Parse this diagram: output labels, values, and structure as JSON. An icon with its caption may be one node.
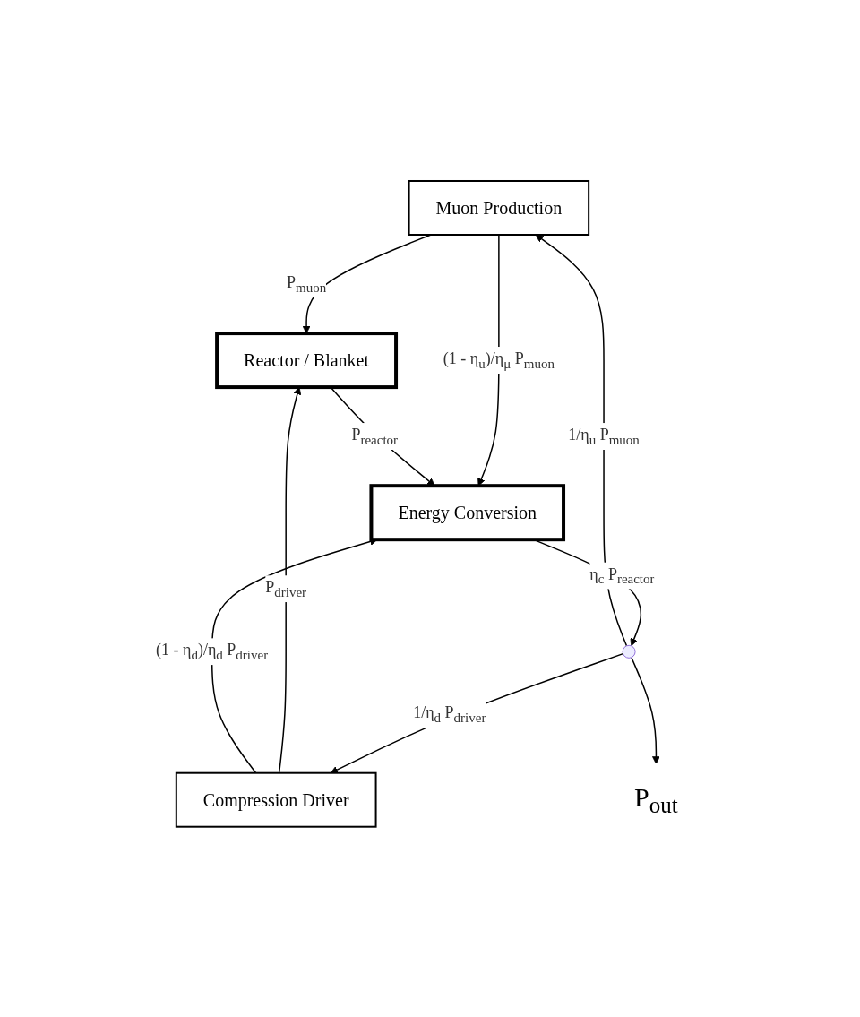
{
  "diagram": {
    "nodes": [
      {
        "text": [
          "Muon Production"
        ]
      },
      {
        "text": [
          "Compression Driver"
        ]
      },
      {
        "text": [
          "Reactor / Blanket"
        ]
      },
      {
        "text": [
          "Energy Conversion"
        ]
      },
      {
        "text": [],
        "shape": "circle"
      },
      {
        "text": [
          "P$_{out}$"
        ]
      }
    ],
    "edges": [
      {
        "from": 0,
        "to": 2,
        "arrow": "to",
        "label": "P$_{muon}$"
      },
      {
        "from": 1,
        "to": 2,
        "arrow": "to",
        "label": "P$_{driver}$"
      },
      {
        "from": 0,
        "to": 3,
        "arrow": "to",
        "label": "(1 - η$_{u}$)/η$_{μ}$ P$_{muon}$"
      },
      {
        "from": 1,
        "to": 3,
        "arrow": "to",
        "label": "(1 - η$_{d}$)/η$_{d}$ P$_{driver}$"
      },
      {
        "from": 2,
        "to": 3,
        "arrow": "to",
        "label": "P$_{reactor}$"
      },
      {
        "from": 3,
        "to": 4,
        "arrow": "to",
        "label": "η$_{c}$ P$_{reactor}$"
      },
      {
        "from": 4,
        "to": 0,
        "arrow": "to",
        "label": "1/η$_{u}$ P$_{muon}$"
      },
      {
        "from": 4,
        "to": 1,
        "arrow": "to",
        "label": "1/η$_{d}$ P$_{driver}$"
      },
      {
        "from": 4,
        "to": 5,
        "arrow": "to"
      }
    ]
  }
}
